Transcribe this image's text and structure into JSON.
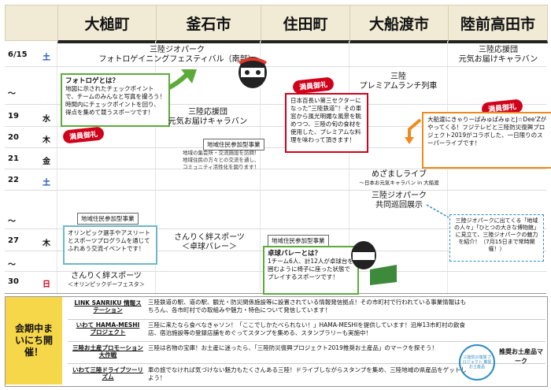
{
  "header": {
    "cities": [
      "大槌町",
      "釜石市",
      "住田町",
      "大船渡市",
      "陸前高田市"
    ]
  },
  "dates": [
    {
      "day": "6/15",
      "wd": "土",
      "wdColor": "blue"
    },
    {
      "day": "〜",
      "wd": "",
      "wdColor": ""
    },
    {
      "day": "19",
      "wd": "水",
      "wdColor": ""
    },
    {
      "day": "20",
      "wd": "木",
      "wdColor": ""
    },
    {
      "day": "21",
      "wd": "金",
      "wdColor": ""
    },
    {
      "day": "22",
      "wd": "土",
      "wdColor": "blue"
    },
    {
      "day": "〜",
      "wd": "",
      "wdColor": ""
    },
    {
      "day": "27",
      "wd": "木",
      "wdColor": ""
    },
    {
      "day": "〜",
      "wd": "",
      "wdColor": ""
    },
    {
      "day": "30",
      "wd": "日",
      "wdColor": "red"
    }
  ],
  "events": {
    "photo_fest": {
      "line1": "三陸ジオパーク",
      "line2": "フォトロゲイニングフェスティバル（南部）"
    },
    "photo_box": {
      "title": "フォトロゲとは？",
      "body": "地図に示されたチェックポイントで、チームのみんなと写真を撮ろう！時間内にチェックポイントを回り、得点を集めて競うスポーツです！"
    },
    "manin_1": "満員御礼",
    "manin_2": "満員御礼",
    "manin_3": "満員御礼",
    "rikuzen_cheer": {
      "line1": "三陸応援団",
      "line2": "元気お届けキャラバン"
    },
    "kamaishi_cheer": {
      "line1": "三陸応援団",
      "line2": "元気お届けキャラバン"
    },
    "premium": {
      "line1": "三陸",
      "line2": "プレミアムランチ列車"
    },
    "premium_box": "日本百長い第三セクターになった“三陸鉄道”！その車窓から風光明媚な風景を眺めつつ、三陸の旬の食材を使用した、プレミアムな料理を味わって頂きます！",
    "mezamashi_box": "大船渡にきゃりーぱみゅぱみゅとJ☆Dee'Zがやってくる！フジテレビと三陸防災復興プロジェクト2019がコラボした、一日限りのスーパーライブです！",
    "tag_1": "地域住民参加型事業",
    "tag_2": "地域住民参加型事業",
    "tag_3": "地域住民参加型事業",
    "community_box": "地域の集会所・交流施設を訪問！地域住民の方々との交流を通し、コミュニティ活性化を図ります！",
    "mezamashi": {
      "line1": "めざましライブ",
      "line2": "〜日本お元気キャラバン in 大船渡"
    },
    "geopark_tour": {
      "line1": "三陸ジオパーク",
      "line2": "共同巡回展示"
    },
    "geo_box": "三陸ジオパークに出てくる「地域の人々」「ひとつの大きな博物館」に見立て、三陸ジオパークの魅力を紹介！（7月15日まで常時開催！）",
    "olympic_box": "オリンピック選手やアスリートとスポーツプログラムを通じてふれあう交流イベントです！",
    "sports_kamaishi": {
      "line1": "さんりく絆スポーツ",
      "line2": "＜卓球バレー＞"
    },
    "takkyu_box": {
      "title": "卓球バレーとは？",
      "body": "1チーム6人、計12人が卓球台を囲むように椅子に座った状態でプレイするスポーツです！"
    },
    "sports_otsuchi": {
      "line1": "さんりく絆スポーツ",
      "line2": "＜オリンピックデーフェスタ＞"
    }
  },
  "bottom": {
    "side_label": "会期中まいにち開催！",
    "rows": [
      {
        "label": "LINK SANRIKU 情報ステーション",
        "text": "三陸鉄道の駅、道の駅、観光・防災関係施設等に設置されている情報発信拠点！その市町村で行われている事業情報はもちろん、各市町村での取組みや魅力・特色について発信しています！"
      },
      {
        "label": "いわて HAMA-MESHI プロジェクト",
        "text": "三陸に来たなら食べなきゃソン！「ここでしかたべられない！」HAMA-MESHIを提供しています！沿岸13市町村の飲食店、宿泊施設等の登録店舗をめぐってスタンプを集める、スタンプラリーも実施中！"
      },
      {
        "label": "三陸お土産プロモーション大作戦",
        "text": "三陸は名物の宝庫！お土産に迷ったら、「三陸防災復興プロジェクト2019推奨お土産品」のマークを探そう！"
      },
      {
        "label": "いわて三陸ドライブツーリズム",
        "text": "車の旅でなければ気づけない魅力もたくさんある三陸！ドライブしながらスタンプを集め、三陸地域の県産品をゲットしよう！"
      }
    ],
    "mark_label": "推奨お土産品マーク",
    "mark_inner": "三陸防災復興プロジェクト 推奨お土産品"
  },
  "colors": {
    "green": "#5cab3a",
    "red": "#d0021b",
    "orange": "#f08a1d",
    "blue": "#2b8ac7",
    "header": "#f1ebd5"
  }
}
